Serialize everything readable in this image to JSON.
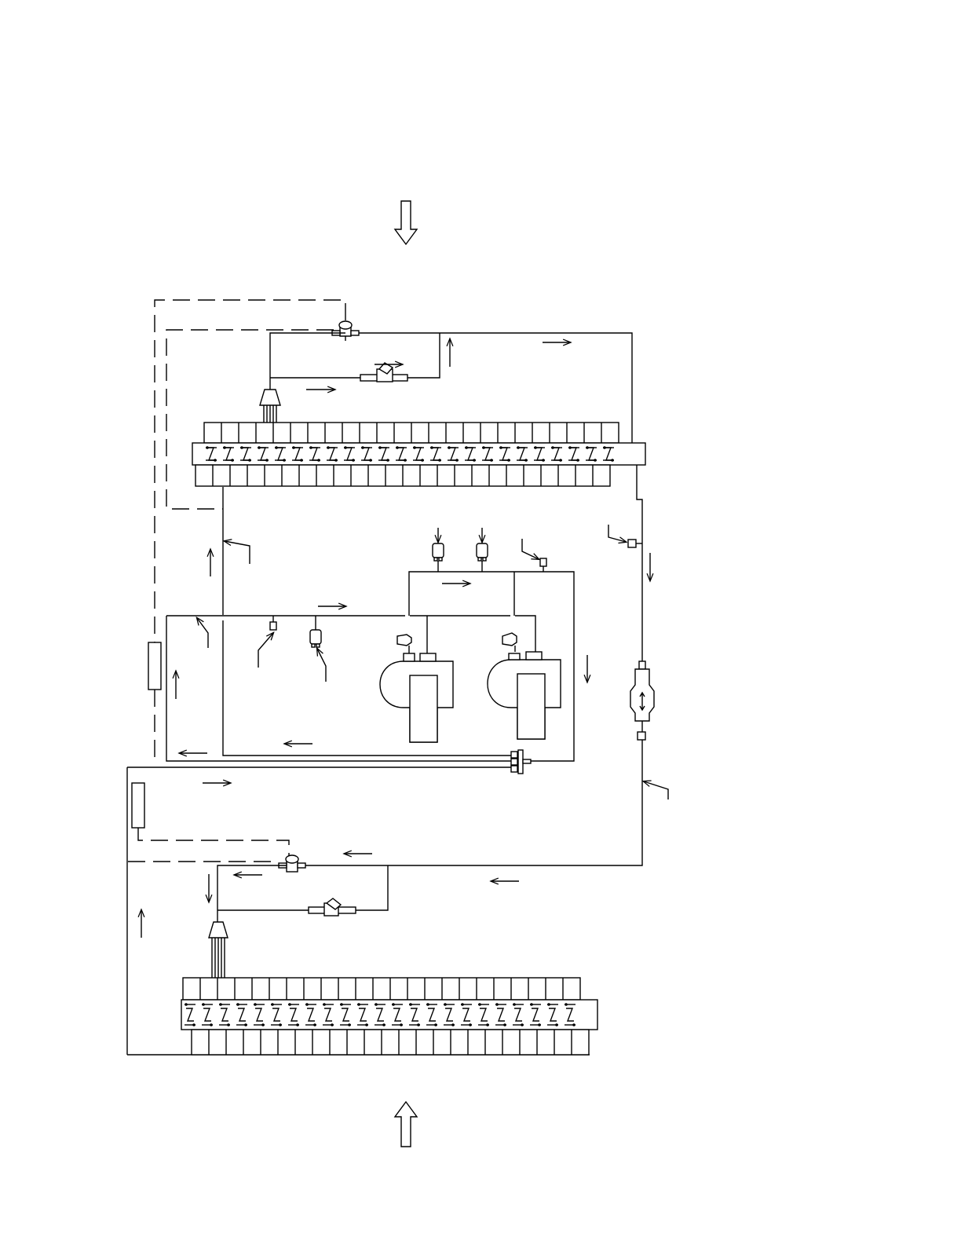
{
  "diagram": {
    "type": "refrigeration-schematic",
    "text_labels": [],
    "components": [
      "airflow-in-arrow",
      "airflow-out-arrow",
      "upper-coil",
      "lower-coil",
      "upper-expansion-valve",
      "lower-expansion-valve",
      "upper-distributor",
      "lower-distributor",
      "upper-solenoid-valve",
      "lower-solenoid-valve",
      "compressor-1",
      "compressor-2",
      "sight-glass",
      "service-port-valves",
      "pressure-switches",
      "thermal-bulbs"
    ],
    "colors": {
      "line": "#000000",
      "background": "#ffffff"
    }
  }
}
